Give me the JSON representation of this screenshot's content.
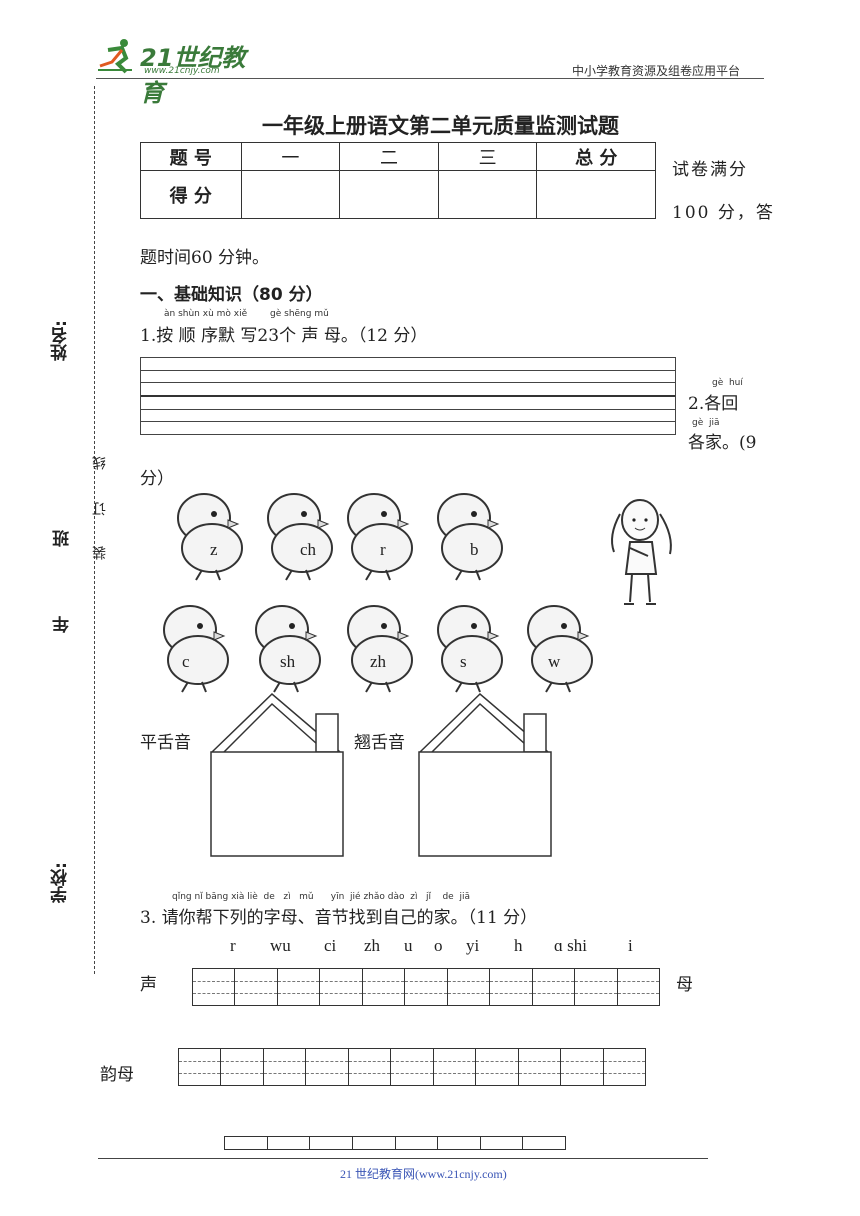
{
  "header": {
    "logo_text": "21世纪教育",
    "logo_url": "www.21cnjy.com",
    "platform": "中小学教育资源及组卷应用平台"
  },
  "title": "一年级上册语文第二单元质量监测试题",
  "score_table": {
    "row1": [
      "题  号",
      "一",
      "二",
      "三",
      "总   分"
    ],
    "row2_label": "得  分"
  },
  "intro": {
    "right1": "试卷满分",
    "right2": "100 分，答",
    "line2": "题时间60 分钟。"
  },
  "binding": {
    "name": "姓名:",
    "class": "班",
    "grade": "年",
    "school": "学校:",
    "line": "线",
    "ding": "订",
    "zhuang": "装"
  },
  "section1": {
    "heading": "一、基础知识（80 分）",
    "q1_pinyin": "àn shùn xù mò xiě        gè shēng mǔ",
    "q1": "1.按 顺 序默 写23个  声  母。（12 分）",
    "q2_pinyin1": "gè  huí",
    "q2_line1": "2.各回",
    "q2_pinyin2": "gè  jiā",
    "q2_line2": "各家。(9",
    "q2_line3": "分）",
    "chicks_row1": [
      "z",
      "ch",
      "r",
      "b"
    ],
    "chicks_row2": [
      "c",
      "sh",
      "zh",
      "s",
      "w"
    ],
    "house1_label": "平舌音",
    "house2_label": "翘舌音"
  },
  "q3": {
    "pinyin": "qǐng nǐ bāng xià liè  de   zì   mǔ      yīn  jié zhǎo dào  zì   jǐ    de  jiā",
    "text": "3.  请你帮下列的字母、音节找到自己的家。（11 分）",
    "items": [
      "r",
      "wu",
      "ci",
      "zh",
      "u",
      "o",
      "yi",
      "h",
      "ɑ shi",
      "i"
    ],
    "shengmu_left": "声",
    "shengmu_right": "母",
    "yunmu": "韵母"
  },
  "footer": "21 世纪教育网(www.21cnjy.com)"
}
